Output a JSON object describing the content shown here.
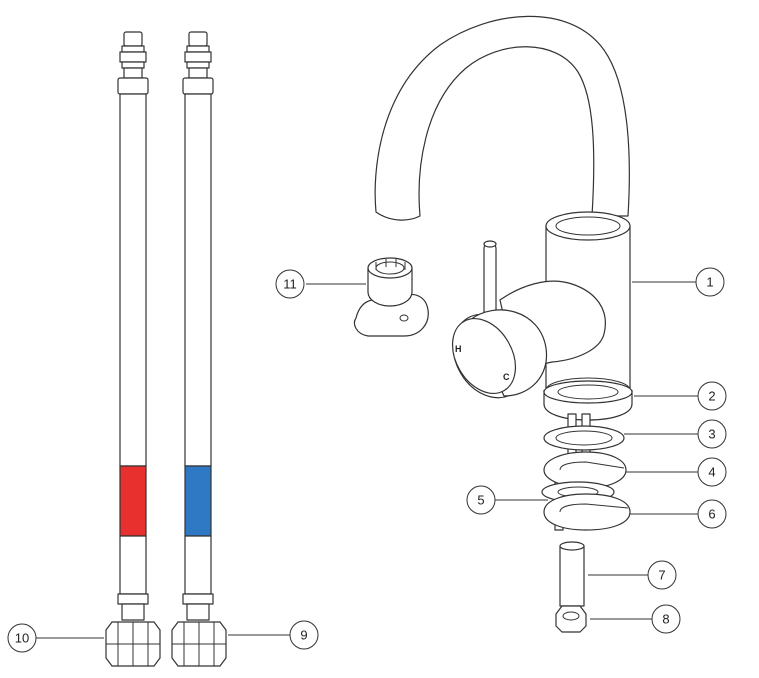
{
  "colors": {
    "hot_band": "#e8302f",
    "cold_band": "#2f78c4",
    "line": "#333333"
  },
  "handle_markings": {
    "hot": "H",
    "cold": "C"
  },
  "callouts": [
    {
      "id": "1",
      "label": "1"
    },
    {
      "id": "2",
      "label": "2"
    },
    {
      "id": "3",
      "label": "3"
    },
    {
      "id": "4",
      "label": "4"
    },
    {
      "id": "5",
      "label": "5"
    },
    {
      "id": "6",
      "label": "6"
    },
    {
      "id": "7",
      "label": "7"
    },
    {
      "id": "8",
      "label": "8"
    },
    {
      "id": "9",
      "label": "9"
    },
    {
      "id": "10",
      "label": "10"
    },
    {
      "id": "11",
      "label": "11"
    }
  ]
}
